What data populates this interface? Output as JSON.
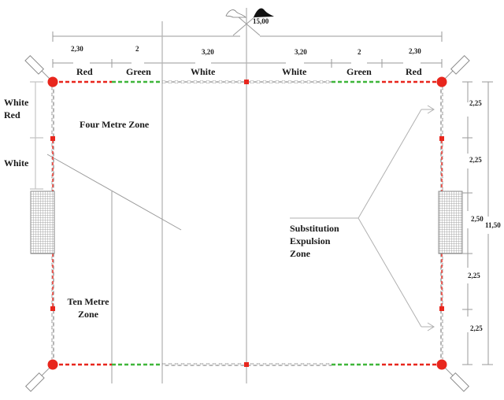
{
  "diagram": {
    "title": "Water polo field of play layout",
    "colors": {
      "red": "#e8261d",
      "green": "#3fb63a",
      "chain": "#9a9a9a",
      "guide": "#b5b5b5",
      "text": "#1a1a1a"
    },
    "overall_length": "15,00",
    "overall_width": "11,50",
    "top_dimensions": [
      "2,30",
      "2",
      "3,20",
      "3,20",
      "2",
      "2,30"
    ],
    "top_labels": [
      "Red",
      "Green",
      "White",
      "White",
      "Green",
      "Red"
    ],
    "right_dimensions": [
      "2,25",
      "2,25",
      "2,50",
      "2,25",
      "2,25"
    ],
    "left_labels": {
      "upper_white": "White",
      "upper_red": "Red",
      "lower_white": "White"
    },
    "zones": {
      "four_metre": "Four Metre Zone",
      "ten_metre_line1": "Ten Metre",
      "ten_metre_line2": "Zone",
      "substitution_line1": "Substitution",
      "substitution_line2": "Expulsion",
      "substitution_line3": "Zone"
    },
    "icons": {
      "flag_white": "white-flag-icon",
      "flag_black": "black-flag-icon",
      "goal_left": "goal-net-icon",
      "goal_right": "goal-net-icon",
      "corner_buoy": "corner-buoy-icon"
    }
  }
}
